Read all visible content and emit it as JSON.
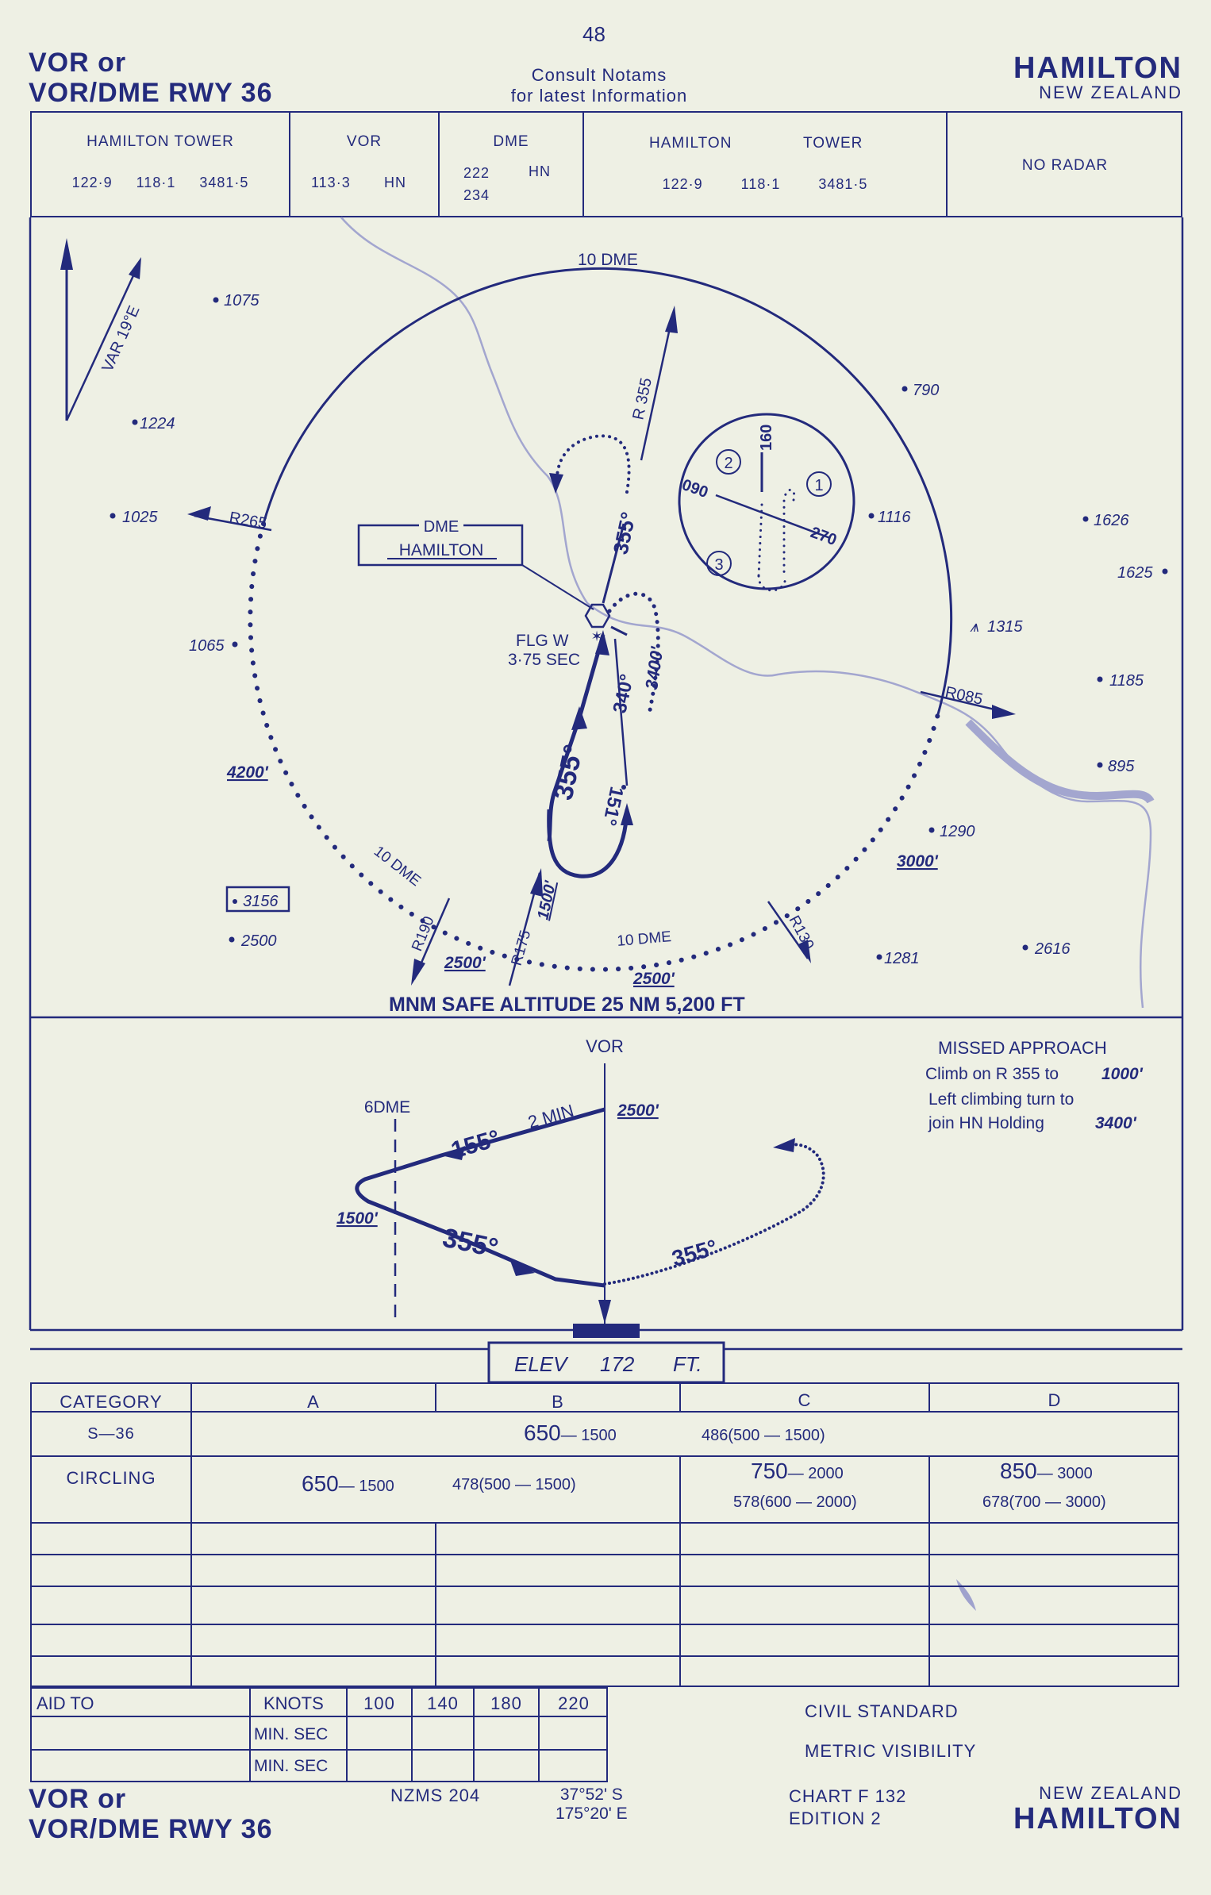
{
  "page_number": "48",
  "header": {
    "title_line1": "VOR or",
    "title_line2": "VOR/DME RWY 36",
    "notice_line1": "Consult  Notams",
    "notice_line2": "for latest Information",
    "city": "HAMILTON",
    "country": "NEW ZEALAND"
  },
  "comms": {
    "tower_label": "HAMILTON TOWER",
    "tower_freqs": "122·9     118·1     3481·5",
    "vor_label": "VOR",
    "vor_freq": "113·3",
    "vor_ident": "HN",
    "dme_label": "DME",
    "dme_ch1": "222",
    "dme_ch2": "234",
    "dme_ident": "HN",
    "tower2_label_a": "HAMILTON",
    "tower2_label_b": "TOWER",
    "tower2_freqs": "122·9        118·1        3481·5",
    "radar": "NO RADAR"
  },
  "plan": {
    "var": "VAR 19°E",
    "ring_label": "10 DME",
    "ring_label_bottom_left": "10 DME",
    "ring_label_bottom": "10 DME",
    "r355": "R 355",
    "r265": "R265",
    "r085": "R085",
    "r190": "R190",
    "r175": "R175",
    "r130": "R130",
    "dme_box_line1": "DME",
    "dme_box_line2": "HAMILTON",
    "flg_line1": "FLG  W",
    "flg_line2": "3·75 SEC",
    "course_355": "355°",
    "course_355_outbound": "355°",
    "course_340": "340°",
    "course_151": "151°",
    "hold_alt": "3400'",
    "alt_1500": "1500'",
    "alt_4200": "4200'",
    "alt_3000": "3000'",
    "alt_2500_a": "2500'",
    "alt_2500_b": "2500'",
    "msa": "MNM SAFE ALTITUDE 25 NM  5,200 FT",
    "spots": {
      "s1075": "1075",
      "s1224": "1224",
      "s1025": "1025",
      "s1065": "1065",
      "s3156": "3156",
      "s2500": "2500",
      "s790": "790",
      "s1116": "1116",
      "s1626": "1626",
      "s1625": "1625",
      "s1315": "1315",
      "s1185": "1185",
      "s895": "895",
      "s1290": "1290",
      "s1281": "1281",
      "s2616": "2616"
    },
    "inset": {
      "c160": "160",
      "c090": "090",
      "c270": "270",
      "n1": "1",
      "n2": "2",
      "n3": "3"
    }
  },
  "profile": {
    "vor": "VOR",
    "dme6": "6DME",
    "two_min": "2 MIN",
    "alt_2500": "2500'",
    "c155": "155°",
    "alt_1500": "1500'",
    "c355": "355°",
    "c355_missed": "355°",
    "missed_title": "MISSED  APPROACH",
    "missed_l1": "Climb on R 355 to",
    "missed_l1_alt": "1000'",
    "missed_l2": "Left  climbing turn to",
    "missed_l3": "join HN   Holding",
    "missed_l3_alt": "3400'"
  },
  "elev": {
    "label": "ELEV",
    "value": "172",
    "unit": "FT."
  },
  "minima": {
    "header": [
      "CATEGORY",
      "A",
      "B",
      "C",
      "D"
    ],
    "s36_label": "S—36",
    "s36_main": "650",
    "s36_main_sub": "— 1500",
    "s36_metric": "486(500 — 1500)",
    "circling_label": "CIRCLING",
    "circ_ab": "650",
    "circ_ab_sub": "— 1500",
    "circ_ab_metric": "478(500 — 1500)",
    "circ_c": "750",
    "circ_c_sub": "— 2000",
    "circ_c_metric": "578(600 — 2000)",
    "circ_d": "850",
    "circ_d_sub": "— 3000",
    "circ_d_metric": "678(700 — 3000)"
  },
  "timing": {
    "aid_to": "AID TO",
    "knots": "KNOTS",
    "speeds": [
      "100",
      "140",
      "180",
      "220"
    ],
    "min_sec": "MIN. SEC",
    "min_sec2": "MIN. SEC",
    "std": "CIVIL STANDARD",
    "vis": "METRIC VISIBILITY"
  },
  "footer": {
    "title_line1": "VOR or",
    "title_line2": "VOR/DME RWY 36",
    "nzms": "NZMS 204",
    "lat": "37°52' S",
    "lon": "175°20' E",
    "chart": "CHART F 132",
    "edition": "EDITION 2",
    "country": "NEW  ZEALAND",
    "city": "HAMILTON"
  }
}
